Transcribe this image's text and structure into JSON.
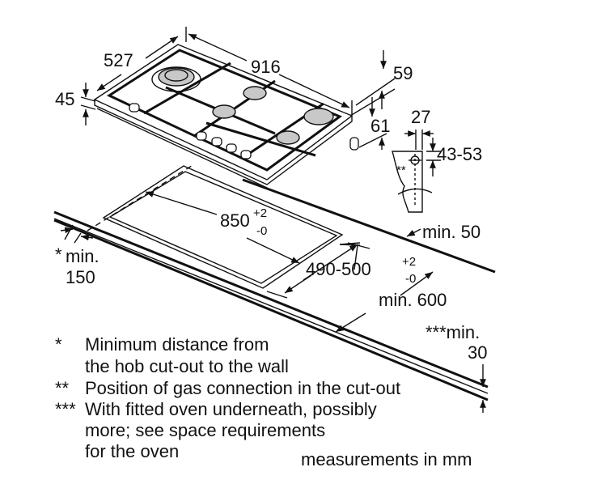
{
  "dimensions": {
    "depth": "527",
    "width": "916",
    "height_left": "45",
    "height_right_top": "59",
    "height_right_bottom": "61",
    "gas_offset": "27",
    "gas_height": "43-53",
    "cutout_width": "850",
    "cutout_width_tol_plus": "+2",
    "cutout_width_tol_minus": "-0",
    "cutout_depth": "490-500",
    "cutout_depth_tol_plus": "+2",
    "cutout_depth_tol_minus": "-0",
    "back_min": "min. 50",
    "worktop_min": "min. 600",
    "wall_star": "*",
    "wall_min": "min.",
    "wall_value": "150",
    "oven_star_min": "***min.",
    "oven_value": "30",
    "gas_marker": "**"
  },
  "legend": [
    {
      "marker": "*",
      "lines": [
        "Minimum distance from",
        "the hob cut-out to the wall"
      ]
    },
    {
      "marker": "**",
      "lines": [
        "Position of gas connection in the cut-out"
      ]
    },
    {
      "marker": "***",
      "lines": [
        "With fitted oven underneath, possibly",
        "more; see space requirements",
        "for the oven"
      ]
    }
  ],
  "units_note": "measurements in mm"
}
